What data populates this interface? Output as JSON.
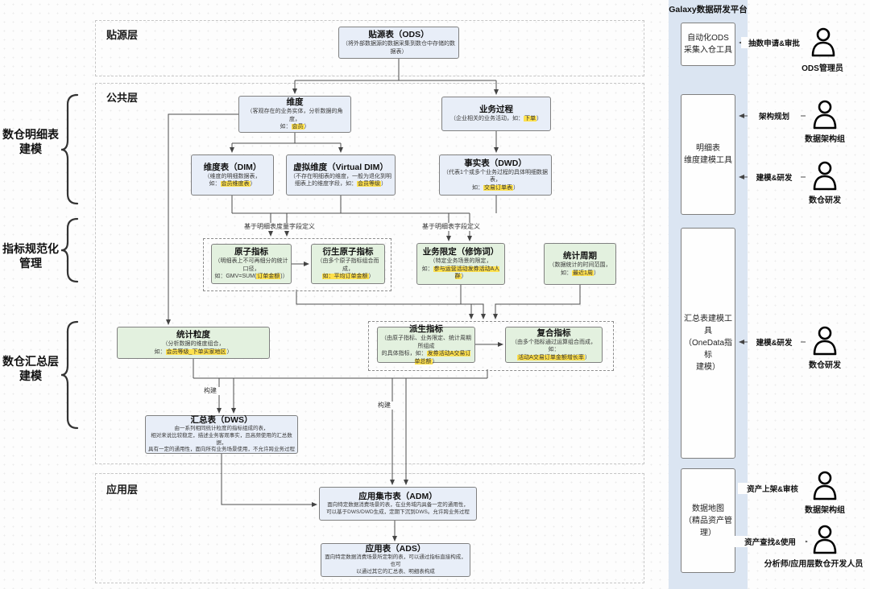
{
  "layers": {
    "source": "贴源层",
    "common": "公共层",
    "application": "应用层"
  },
  "side_sections": [
    {
      "label": "数仓明细表\n建模"
    },
    {
      "label": "指标规范化\n管理"
    },
    {
      "label": "数仓汇总层\n建模"
    }
  ],
  "boxes": {
    "ods": {
      "title": "贴源表（ODS）",
      "sub": "（将外部数据源的数据采集到数仓中存储的数据表）"
    },
    "dimension": {
      "title": "维度",
      "pre": "（客观存在的业务实体，分析数据的角度，\n如：",
      "hl": "会员",
      "post": "）"
    },
    "process": {
      "title": "业务过程",
      "pre": "（企业相关的业务活动，如：",
      "hl": "下单",
      "post": "）"
    },
    "dim": {
      "title": "维度表（DIM）",
      "pre": "（维度的明细数据表，\n如：",
      "hl": "会员维度表",
      "post": "）"
    },
    "vdim": {
      "title": "虚拟维度（Virtual DIM）",
      "pre": "（不存在明细表的维度，一般为退化到明细表上的维度字段，如：",
      "hl": "会员等级",
      "post": "）"
    },
    "dwd": {
      "title": "事实表（DWD）",
      "pre": "（代表1个或多个业务过程的具体明细数据表，\n如：",
      "hl": "交易订单表",
      "post": "）"
    },
    "atomic": {
      "title": "原子指标",
      "pre": "（明细表上不可再细分的统计口径，\n如：GMV=SUM(",
      "hl": "订单金额",
      "post": ")）"
    },
    "derived_atomic": {
      "title": "衍生原子指标",
      "pre": "（由多个原子指标组合而成，\n",
      "hl": "如：平均订单金额",
      "post": "）"
    },
    "limitation": {
      "title": "业务限定（修饰词）",
      "pre": "（特定业务场景的限定，\n如：",
      "hl": "参与运营活动发券活动A人群",
      "post": "）"
    },
    "period": {
      "title": "统计周期",
      "pre": "（数据统计的时间范围，\n如：",
      "hl": "最近1周",
      "post": "）"
    },
    "granularity": {
      "title": "统计粒度",
      "pre": "（分析数据的维度组合，\n如：",
      "hl": "会员等级_下单买家地区",
      "post": "）"
    },
    "derived": {
      "title": "派生指标",
      "pre": "（由原子指标、业务限定、统计周期所组成\n的具体指标，如：",
      "hl": "发券活动A交易订单总额",
      "post": "）"
    },
    "composite": {
      "title": "复合指标",
      "pre": "（由多个指标通过运算组合而成，如：\n",
      "hl": "活动A交易订单金额增长率",
      "post": "）"
    },
    "dws": {
      "title": "汇总表（DWS）",
      "sub": "由一系列相同统计粒度的指标组成的表，\n相对来说比较稳定，描述业务客观事实，且高频使用的汇总数据，\n具有一定的通用性，面向所有业务场景使用，不允许跨业务过程"
    },
    "adm": {
      "title": "应用集市表（ADM）",
      "sub": "面向特定数据消费场景的表，在业务域内具备一定的通用性，\n可以基于DWS/DWD生成，定期下沉到DWS。允许跨业务过程"
    },
    "ads": {
      "title": "应用表（ADS）",
      "sub": "面向特定数据消费场景所定制的表，可以通过指标直接构成，也可\n以通过其它的汇总表、明细表构成"
    }
  },
  "edge_labels": {
    "measure_def": "基于明细表度量字段定义",
    "field_def": "基于明细表字段定义",
    "build_left": "构建",
    "build_right": "构建"
  },
  "platform": {
    "title": "Galaxy数据研发平台",
    "tools": [
      {
        "label": "自动化ODS\n采集入仓工具"
      },
      {
        "label": "明细表\n维度建模工具"
      },
      {
        "label": "汇总表建模工具\n（OneData指标\n建模）"
      },
      {
        "label": "数据地图\n（精品资产管\n理）"
      }
    ]
  },
  "actors": [
    {
      "action": "抽数申请&审批",
      "role": "ODS管理员"
    },
    {
      "action": "架构规划",
      "role": "数据架构组"
    },
    {
      "action": "建模&研发",
      "role": "数仓研发"
    },
    {
      "action": "建模&研发",
      "role": "数仓研发"
    },
    {
      "action": "资产上架&审核",
      "role": "数据架构组"
    },
    {
      "action": "资产查找&使用",
      "role": "分析师/应用层数仓开发人员"
    }
  ],
  "colors": {
    "blue_box": "#e8eef8",
    "green_box": "#e3f1df",
    "highlight": "#ffe14d",
    "panel_bg": "#dbe5f2"
  }
}
